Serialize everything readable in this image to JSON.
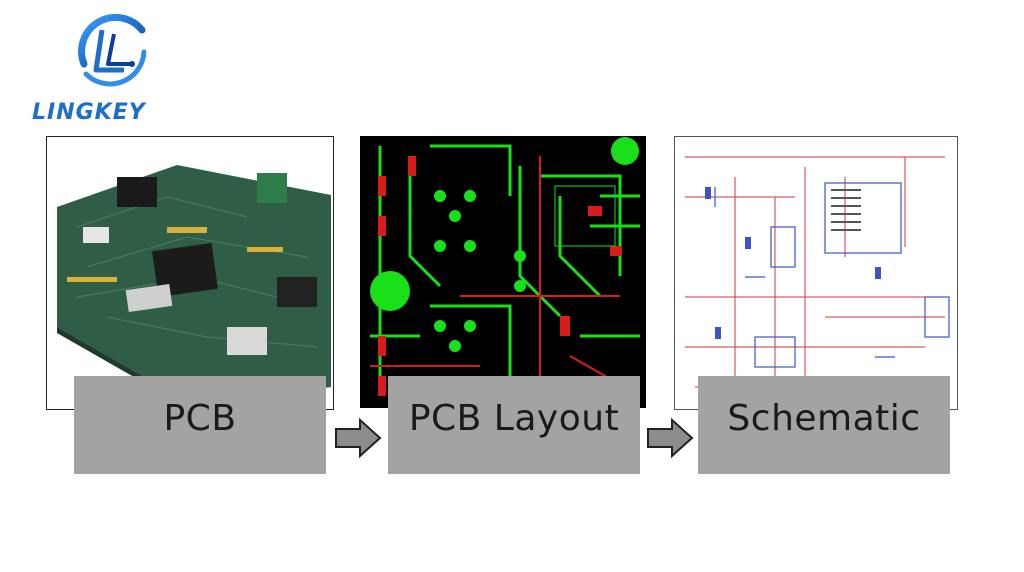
{
  "brand": {
    "name": "LINGKEY",
    "color": "#1d6fc9"
  },
  "steps": [
    {
      "label": "PCB",
      "image": "pcb-photo"
    },
    {
      "label": "PCB Layout",
      "image": "pcb-layout-artwork"
    },
    {
      "label": "Schematic",
      "image": "schematic-drawing"
    }
  ],
  "colors": {
    "label_box": "#a3a3a3",
    "arrow_fill": "#8c8c8c",
    "layout_green": "#19e019",
    "layout_red": "#d81c1c",
    "schematic_red": "#c83a3a",
    "schematic_blue": "#3b55c9"
  },
  "icons": [
    "lingkey-logo-icon",
    "right-arrow-icon"
  ]
}
